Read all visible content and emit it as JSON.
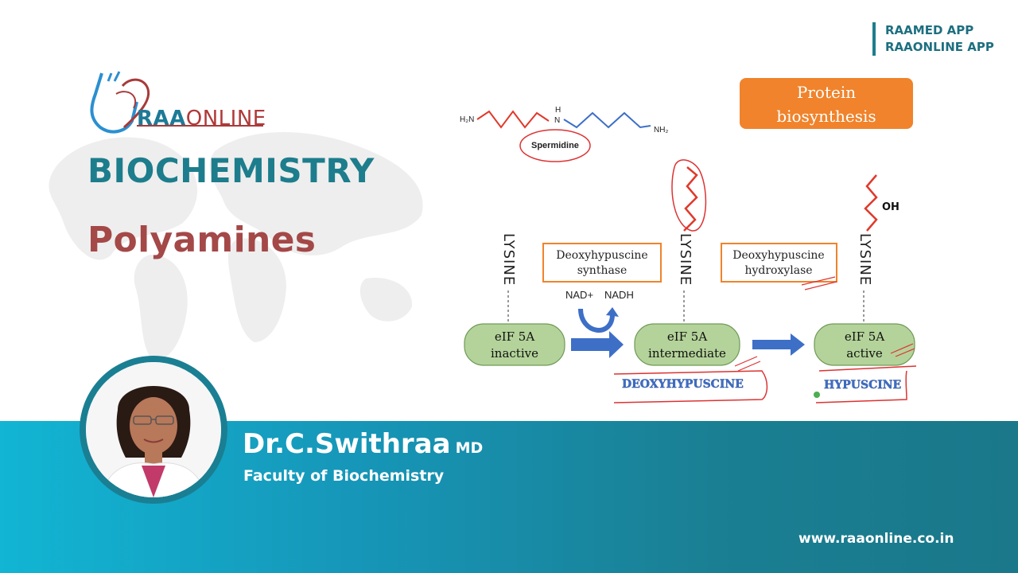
{
  "branding": {
    "logo_text_bold": "RAA",
    "logo_text_thin": "ONLINE",
    "apps": [
      "RAAMED APP",
      "RAAONLINE APP"
    ],
    "website": "www.raaonline.co.in",
    "colors": {
      "teal": "#1d7d8c",
      "maroon": "#a44848",
      "band_start": "#12b5d4",
      "band_end": "#1a788a"
    }
  },
  "slide": {
    "subject": "BIOCHEMISTRY",
    "topic": "Polyamines"
  },
  "presenter": {
    "name": "Dr.C.Swithraa",
    "suffix": "MD",
    "role": "Faculty of Biochemistry"
  },
  "diagram": {
    "spermidine": {
      "left_group": "H₂N",
      "center_group_h": "H",
      "center_group_n": "N",
      "right_group": "NH₂",
      "label": "Spermidine"
    },
    "protein_box": [
      "Protein",
      "biosynthesis"
    ],
    "lysine_label": "LYSINE",
    "enzyme1": [
      "Deoxyhypuscine",
      "synthase"
    ],
    "enzyme2": [
      "Deoxyhypuscine",
      "hydroxylase"
    ],
    "cofactor_in": "NAD+",
    "cofactor_out": "NADH",
    "oh_label": "OH",
    "states": [
      {
        "line1": "eIF 5A",
        "line2": "inactive"
      },
      {
        "line1": "eIF 5A",
        "line2": "intermediate"
      },
      {
        "line1": "eIF 5A",
        "line2": "active"
      }
    ],
    "products": [
      "DEOXYHYPUSCINE",
      "HYPUSCINE"
    ]
  }
}
